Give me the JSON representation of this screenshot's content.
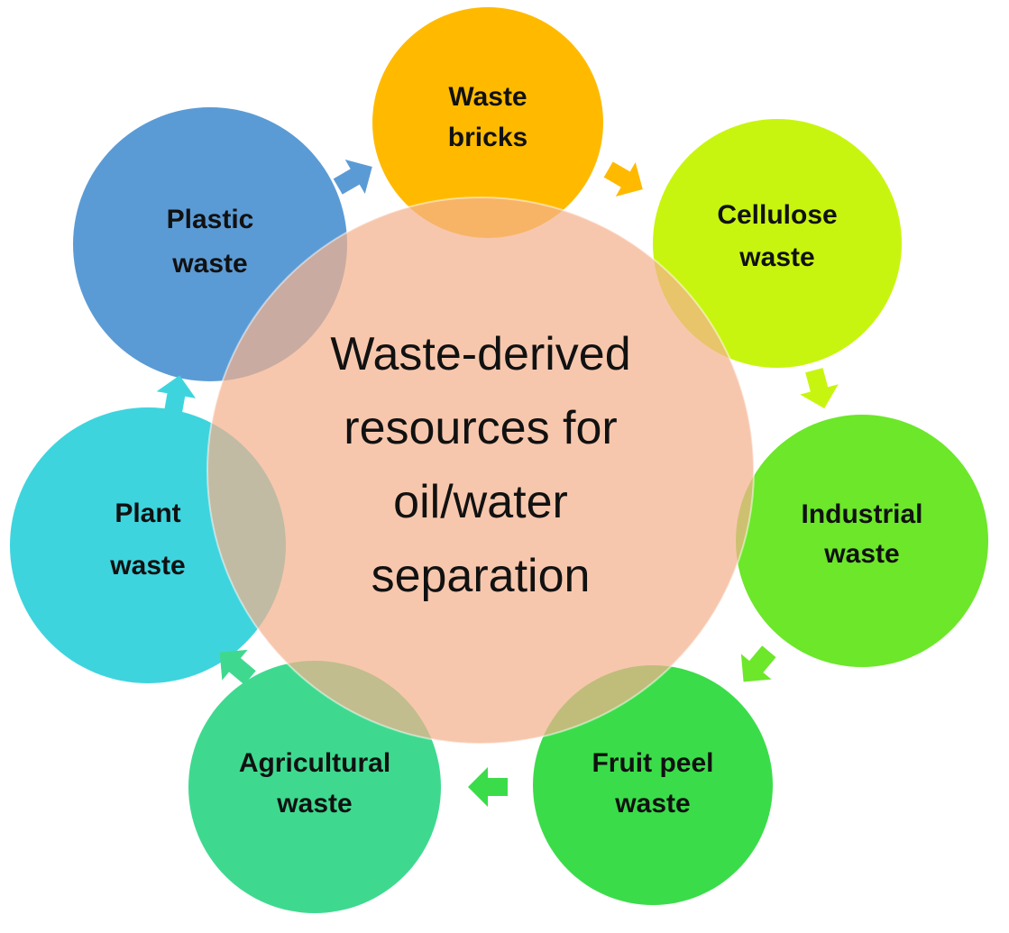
{
  "center": {
    "lines": [
      "Waste-derived",
      "resources for",
      "oil/water",
      "separation"
    ],
    "color": "#F4B28E"
  },
  "nodes": [
    {
      "id": "waste-bricks",
      "lines": [
        "Waste",
        "bricks"
      ],
      "color": "#FFBA00"
    },
    {
      "id": "cellulose-waste",
      "lines": [
        "Cellulose",
        "waste"
      ],
      "color": "#C8F50F"
    },
    {
      "id": "industrial-waste",
      "lines": [
        "Industrial",
        "waste"
      ],
      "color": "#6CE72A"
    },
    {
      "id": "fruit-peel-waste",
      "lines": [
        "Fruit peel",
        "waste"
      ],
      "color": "#3BDC4A"
    },
    {
      "id": "agricultural-waste",
      "lines": [
        "Agricultural",
        "waste"
      ],
      "color": "#3ED98F"
    },
    {
      "id": "plant-waste",
      "lines": [
        "Plant",
        "waste"
      ],
      "color": "#3ED4DE"
    },
    {
      "id": "plastic-waste",
      "lines": [
        "Plastic",
        "waste"
      ],
      "color": "#5B9BD5"
    }
  ],
  "arrows": [
    {
      "id": "arrow-bricks-to-cellulose",
      "color": "#FFBA00"
    },
    {
      "id": "arrow-cellulose-to-industrial",
      "color": "#C8F50F"
    },
    {
      "id": "arrow-industrial-to-fruit",
      "color": "#6CE72A"
    },
    {
      "id": "arrow-fruit-to-agricultural",
      "color": "#3BDC4A"
    },
    {
      "id": "arrow-agricultural-to-plant",
      "color": "#3ED98F"
    },
    {
      "id": "arrow-plant-to-plastic",
      "color": "#3ED4DE"
    },
    {
      "id": "arrow-plastic-to-bricks",
      "color": "#5B9BD5"
    }
  ]
}
